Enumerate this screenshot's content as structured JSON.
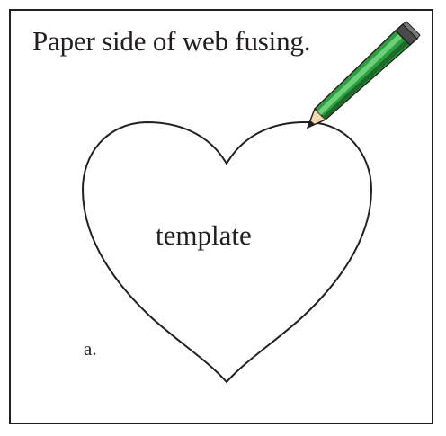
{
  "diagram": {
    "title": "Paper side of web fusing.",
    "shape_label": "template",
    "step_label": "a."
  },
  "colors": {
    "ink": "#231f20",
    "pencil_green": "#2e9e3e",
    "pencil_dark": "#1d6b2a",
    "pencil_wood": "#f2d9b0"
  },
  "icons": {
    "pencil": "pencil-icon",
    "heart": "heart-template-shape"
  }
}
